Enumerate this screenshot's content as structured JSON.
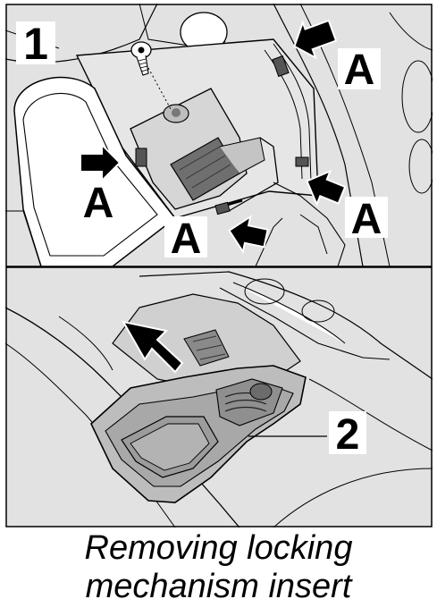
{
  "callouts": {
    "screw": "1",
    "insert": "2",
    "clip": "A"
  },
  "caption": {
    "line1": "Removing locking",
    "line2": "mechanism insert"
  },
  "colors": {
    "panel_fill": "#e2e2e2",
    "line": "#000000",
    "background": "#ffffff",
    "arrow": "#000000"
  },
  "icons": {
    "pointer_arrow": "bold-arrow",
    "removal_arrow": "thick-up-left-arrow",
    "screw": "screw-icon"
  }
}
